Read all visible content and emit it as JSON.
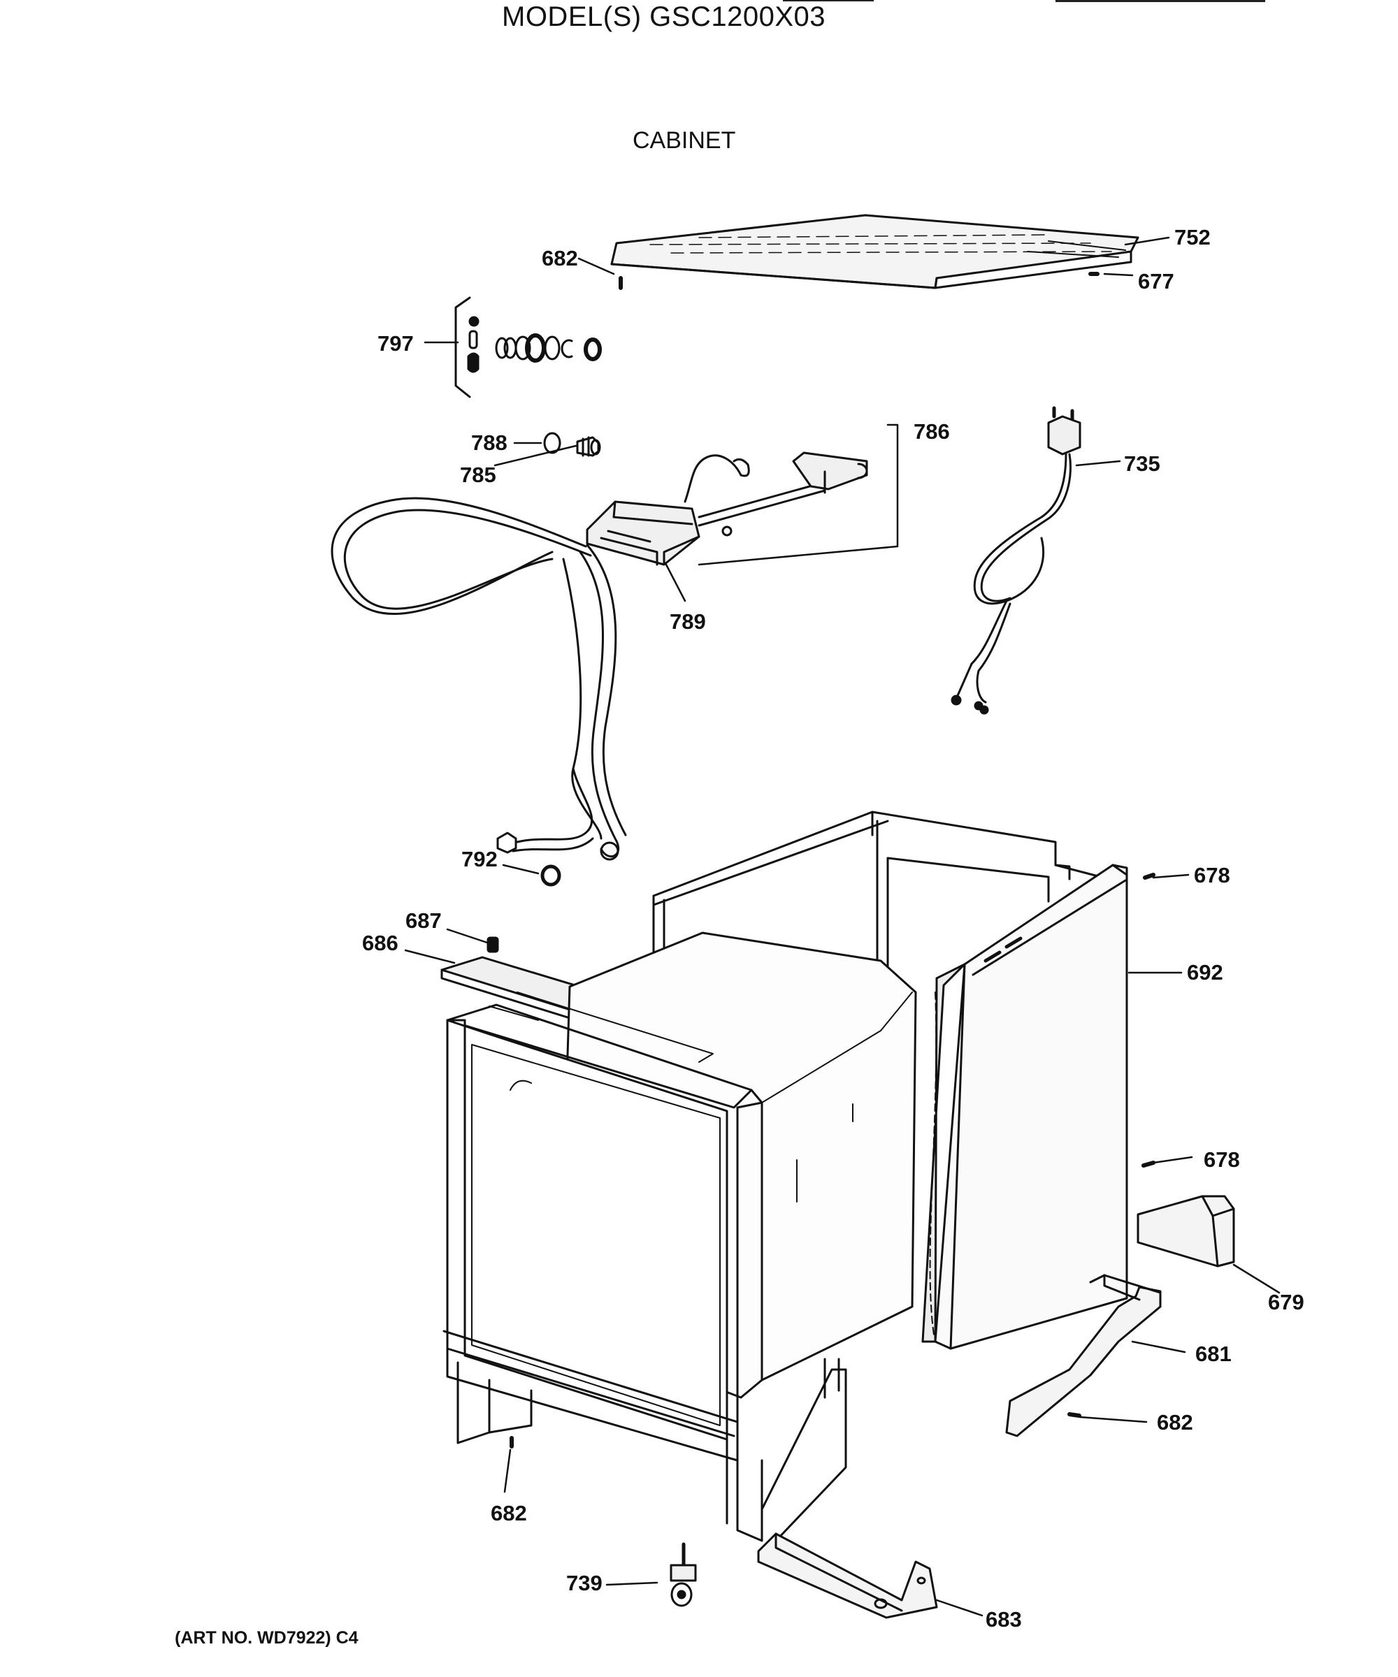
{
  "header": {
    "model": "MODEL(S) GSC1200X03"
  },
  "section": {
    "title": "CABINET"
  },
  "footer": {
    "art_number": "(ART NO. WD7922) C4"
  },
  "parts": [
    {
      "id": "p752",
      "label": "752"
    },
    {
      "id": "p682a",
      "label": "682"
    },
    {
      "id": "p677",
      "label": "677"
    },
    {
      "id": "p797",
      "label": "797"
    },
    {
      "id": "p788",
      "label": "788"
    },
    {
      "id": "p785",
      "label": "785"
    },
    {
      "id": "p786",
      "label": "786"
    },
    {
      "id": "p735",
      "label": "735"
    },
    {
      "id": "p789",
      "label": "789"
    },
    {
      "id": "p792",
      "label": "792"
    },
    {
      "id": "p678a",
      "label": "678"
    },
    {
      "id": "p687",
      "label": "687"
    },
    {
      "id": "p686",
      "label": "686"
    },
    {
      "id": "p692",
      "label": "692"
    },
    {
      "id": "p678b",
      "label": "678"
    },
    {
      "id": "p679",
      "label": "679"
    },
    {
      "id": "p681",
      "label": "681"
    },
    {
      "id": "p682b",
      "label": "682"
    },
    {
      "id": "p682c",
      "label": "682"
    },
    {
      "id": "p739",
      "label": "739"
    },
    {
      "id": "p683",
      "label": "683"
    }
  ]
}
